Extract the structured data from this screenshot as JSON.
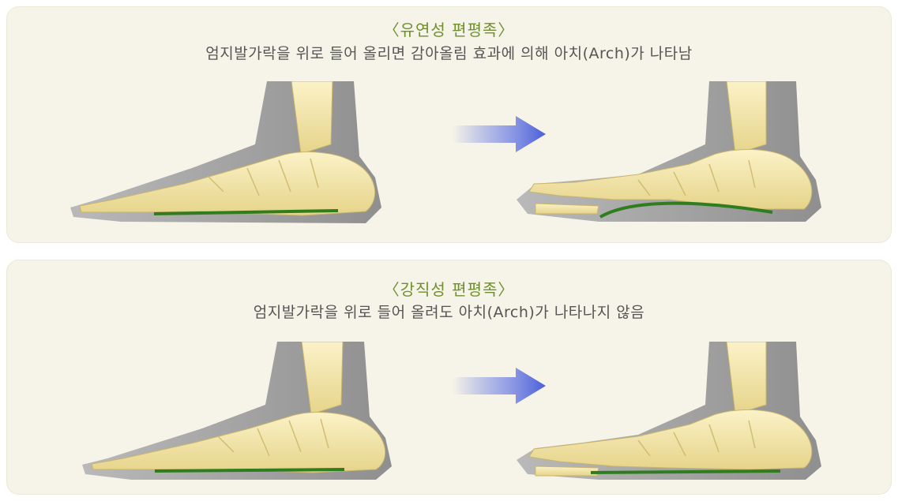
{
  "panels": [
    {
      "title": "〈유연성 편평족〉",
      "description": "엄지발가락을 위로 들어 올리면 감아올림 효과에 의해 아치(Arch)가 나타남"
    },
    {
      "title": "〈강직성 편평족〉",
      "description": "엄지발가락을 위로 들어 올려도 아치(Arch)가 나타나지 않음"
    }
  ],
  "colors": {
    "title": "#6f8f2c",
    "arch_line": "#2f7d1f",
    "arrow": "#5b6fe0",
    "skin": "#a9a9a9",
    "bone": "#f3e6a6",
    "panel_bg": "#f6f4e8"
  }
}
